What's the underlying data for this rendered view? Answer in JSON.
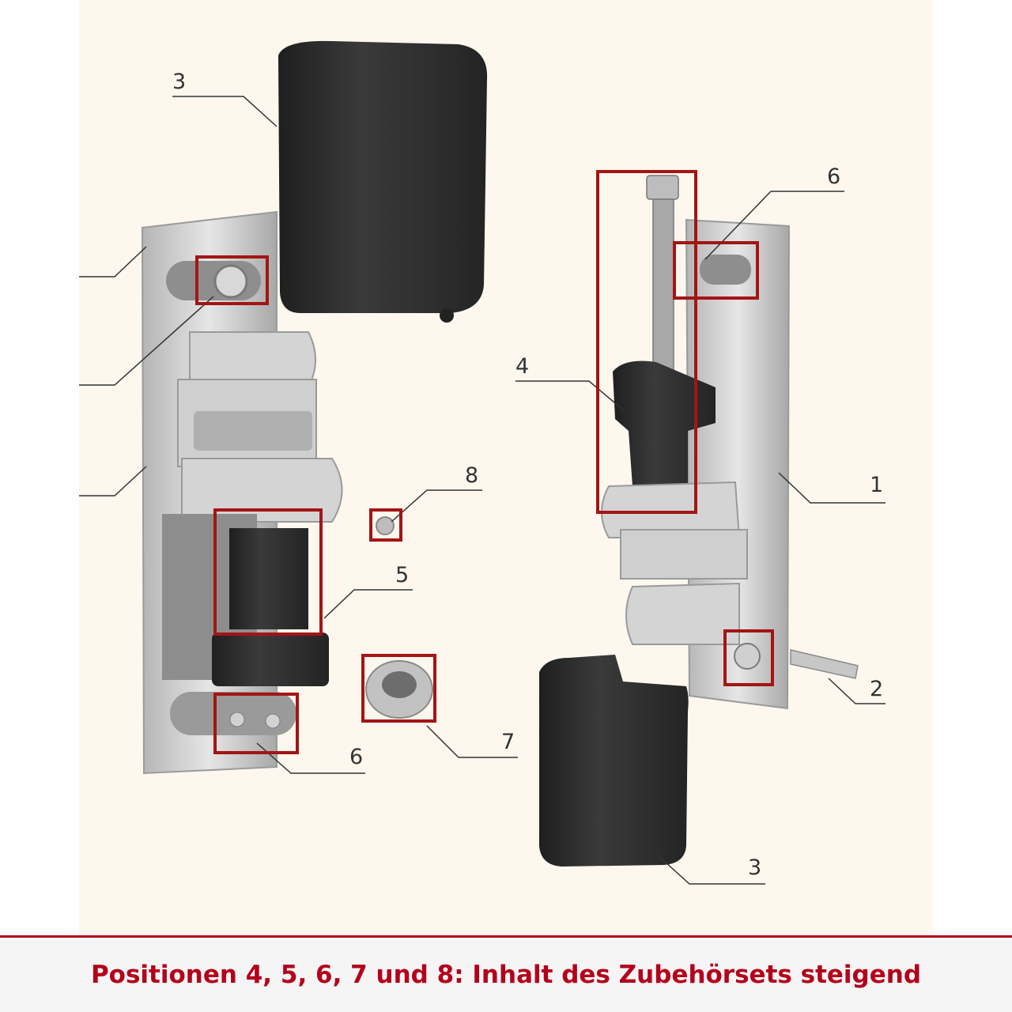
{
  "figure": {
    "background_color": "#fdf7ee",
    "highlight_color": "#a31515",
    "part_colors": {
      "cover": "#2e2e2e",
      "metal": "#c9c9c9"
    },
    "callouts": [
      {
        "id": "c3-top",
        "label": "3"
      },
      {
        "id": "c6-right",
        "label": "6"
      },
      {
        "id": "c4",
        "label": "4"
      },
      {
        "id": "c1",
        "label": "1"
      },
      {
        "id": "c8",
        "label": "8"
      },
      {
        "id": "c5",
        "label": "5"
      },
      {
        "id": "c2",
        "label": "2"
      },
      {
        "id": "c7",
        "label": "7"
      },
      {
        "id": "c6-left",
        "label": "6"
      },
      {
        "id": "c3-bottom",
        "label": "3"
      }
    ],
    "highlighted_positions": [
      "4",
      "5",
      "6",
      "7",
      "8"
    ]
  },
  "caption": {
    "text": "Positionen 4, 5, 6, 7 und 8: Inhalt des Zubehörsets steigend",
    "color": "#b3001b"
  }
}
